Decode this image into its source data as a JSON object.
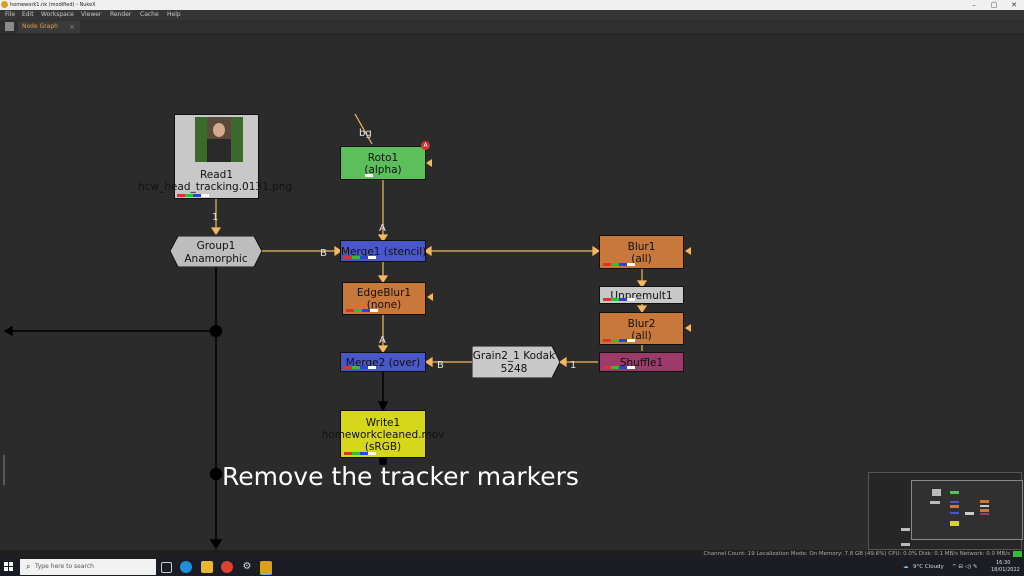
{
  "window": {
    "title": "homework1.nk (modified) - NukeX",
    "minimize": "–",
    "maximize": "▢",
    "close": "✕"
  },
  "menu": [
    "File",
    "Edit",
    "Workspace",
    "Viewer",
    "Render",
    "Cache",
    "Help"
  ],
  "tabs": [
    {
      "label": "Node Graph",
      "close": "×"
    }
  ],
  "nodes": {
    "read1": {
      "name": "Read1",
      "file": "hcw_head_tracking.0131.png"
    },
    "roto1": {
      "name": "Roto1",
      "sub": "(alpha)"
    },
    "group1": {
      "name": "Group1",
      "sub": "Anamorphic"
    },
    "merge1": {
      "name": "Merge1 (stencil)"
    },
    "edgeblur1": {
      "name": "EdgeBlur1",
      "sub": "(none)"
    },
    "merge2": {
      "name": "Merge2 (over)"
    },
    "write1": {
      "name": "Write1",
      "file": "homeworkcleaned.mov",
      "sub": "(sRGB)"
    },
    "blur1": {
      "name": "Blur1",
      "sub": "(all)"
    },
    "unpremult1": {
      "name": "Unpremult1"
    },
    "blur2": {
      "name": "Blur2",
      "sub": "(all)"
    },
    "shuffle1": {
      "name": "Shuffle1"
    },
    "grain2_1": {
      "name": "Grain2_1",
      "sub": "Kodak 5248"
    }
  },
  "input_labels": {
    "bg": "bg",
    "A": "A",
    "B": "B",
    "one": "1"
  },
  "colors": {
    "roto": "#5cbf5c",
    "merge": "#4a57c8",
    "blur": "#c8783a",
    "write": "#d6d61a",
    "shuffle": "#9c3a6a",
    "gray": "#bdbdbd",
    "wire": "#f4b860"
  },
  "subtitle": "Remove the tracker markers",
  "status": "Channel Count: 19  Localization Mode: On  Memory: 7.8 GB (49.6%)  CPU: 0.0%  Disk: 0.1 MB/s  Network: 0.0 MB/s",
  "taskbar": {
    "search_placeholder": "Type here to search",
    "weather": "9°C  Cloudy",
    "time": "16:30",
    "date": "18/01/2022"
  }
}
